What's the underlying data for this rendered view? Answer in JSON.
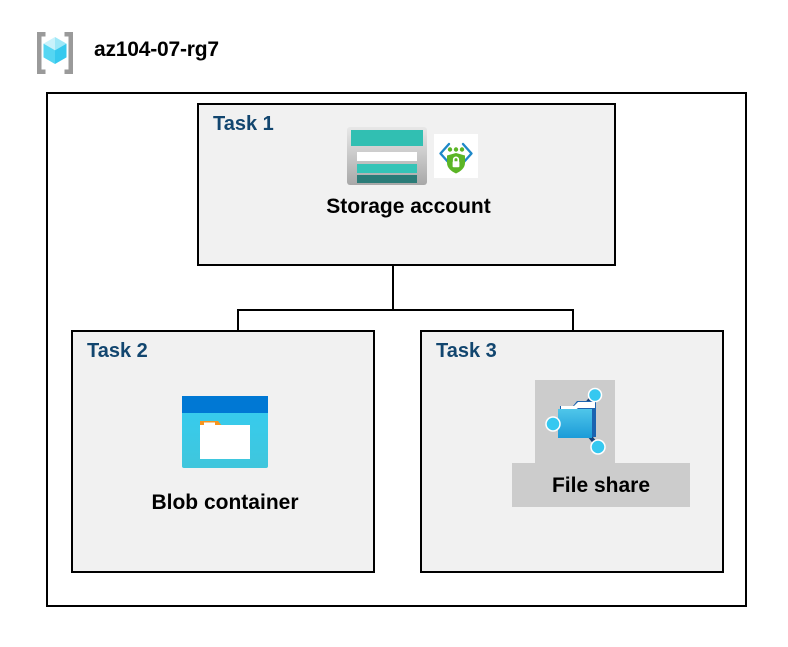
{
  "header": {
    "icon": "resource-group-icon",
    "title": "az104-07-rg7"
  },
  "diagram": {
    "container_name": "resource-group-container",
    "tasks": [
      {
        "id": "task1",
        "label": "Task 1",
        "node_label": "Storage account",
        "icons": [
          "storage-account-icon",
          "private-endpoint-icon"
        ]
      },
      {
        "id": "task2",
        "label": "Task 2",
        "node_label": "Blob container",
        "icons": [
          "blob-container-icon"
        ]
      },
      {
        "id": "task3",
        "label": "Task 3",
        "node_label": "File share",
        "icons": [
          "file-share-icon"
        ]
      }
    ],
    "connections": [
      {
        "from": "Storage account",
        "to": "Blob container"
      },
      {
        "from": "Storage account",
        "to": "File share"
      }
    ]
  },
  "colors": {
    "task_label": "#12466F",
    "task_fill": "#F1F1F1",
    "border": "#000000",
    "canvas": "#FFFFFF",
    "fileshare_plate": "#CCCCCC",
    "storage_teal": "#31BFB2",
    "storage_teal_dark": "#2B7C78",
    "blob_blue": "#0078D4",
    "blob_cyan": "#32C8F0",
    "blob_orange": "#F7941E",
    "shield_green": "#5BB526",
    "chevron_blue": "#1E88C8",
    "cube_cyan": "#7DE0F5",
    "bracket_grey": "#9A9A9A"
  }
}
